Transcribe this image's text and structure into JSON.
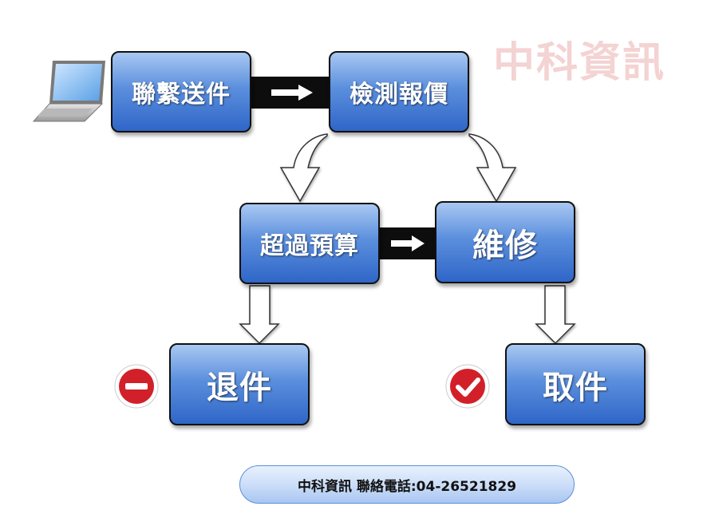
{
  "watermark": "中科資訊",
  "steps": {
    "send": "聯繫送件",
    "inspect": "檢測報價",
    "over_budget": "超過預算",
    "repair": "維修",
    "return_item": "退件",
    "pickup": "取件"
  },
  "contact": "中科資訊 聯絡電話:04-26521829",
  "icons": [
    "laptop-icon",
    "no-entry-icon",
    "checkmark-icon"
  ],
  "colors": {
    "box": "#3a72cf",
    "watermark": "#f4d3d3",
    "badge_red": "#d2202a"
  }
}
